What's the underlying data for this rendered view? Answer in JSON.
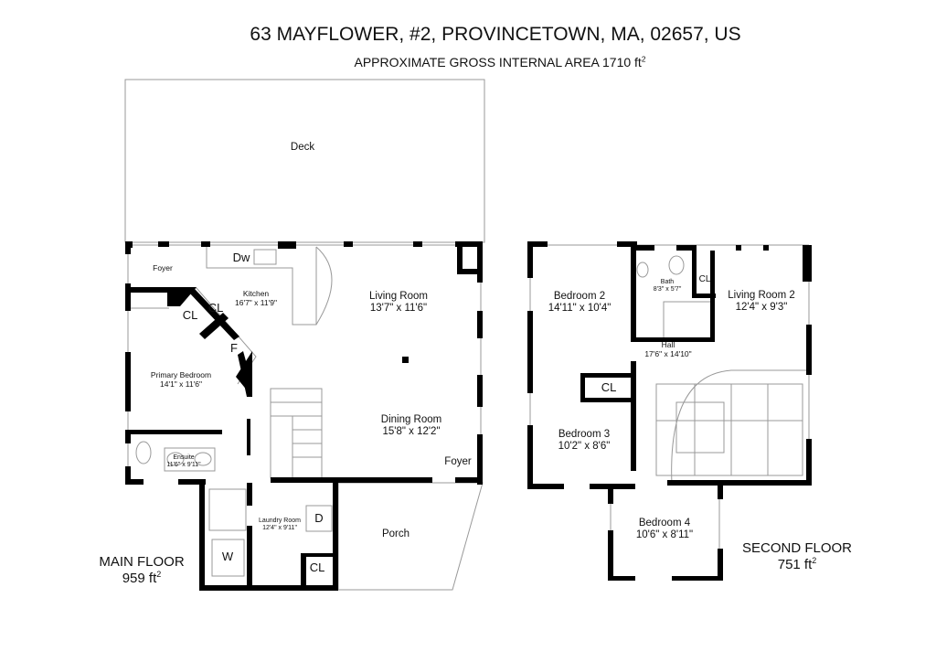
{
  "header": {
    "address": "63 MAYFLOWER, #2, PROVINCETOWN, MA, 02657, US",
    "area_label": "APPROXIMATE GROSS INTERNAL AREA 1710 ft",
    "area_sup": "2"
  },
  "main_floor": {
    "name": "MAIN FLOOR",
    "area": "959 ft",
    "area_sup": "2",
    "rooms": {
      "deck": {
        "name": "Deck"
      },
      "foyer_top": {
        "name": "Foyer"
      },
      "kitchen": {
        "name": "Kitchen",
        "dims": "16'7\" x 11'9\""
      },
      "dw": {
        "name": "Dw"
      },
      "living": {
        "name": "Living Room",
        "dims": "13'7\" x 11'6\""
      },
      "cl1": {
        "name": "CL"
      },
      "cl2": {
        "name": "CL"
      },
      "f": {
        "name": "F"
      },
      "primary": {
        "name": "Primary Bedroom",
        "dims": "14'1\" x 11'6\""
      },
      "dining": {
        "name": "Dining Room",
        "dims": "15'8\" x 12'2\""
      },
      "foyer_bottom": {
        "name": "Foyer"
      },
      "ensuite": {
        "name": "Ensuite",
        "dims": "11'6\" x 9'11\""
      },
      "laundry": {
        "name": "Laundry Room",
        "dims": "12'4\" x 9'11\""
      },
      "d": {
        "name": "D"
      },
      "w": {
        "name": "W"
      },
      "cl3": {
        "name": "CL"
      },
      "porch": {
        "name": "Porch"
      }
    }
  },
  "second_floor": {
    "name": "SECOND FLOOR",
    "area": "751 ft",
    "area_sup": "2",
    "rooms": {
      "bed2": {
        "name": "Bedroom 2",
        "dims": "14'11\" x 10'4\""
      },
      "bath": {
        "name": "Bath",
        "dims": "8'3\" x 5'7\""
      },
      "cl1": {
        "name": "CL"
      },
      "living2": {
        "name": "Living Room 2",
        "dims": "12'4\" x 9'3\""
      },
      "hall": {
        "name": "Hall",
        "dims": "17'6\" x 14'10\""
      },
      "cl2": {
        "name": "CL"
      },
      "bed3": {
        "name": "Bedroom 3",
        "dims": "10'2\" x 8'6\""
      },
      "bed4": {
        "name": "Bedroom 4",
        "dims": "10'6\" x 8'11\""
      }
    }
  }
}
